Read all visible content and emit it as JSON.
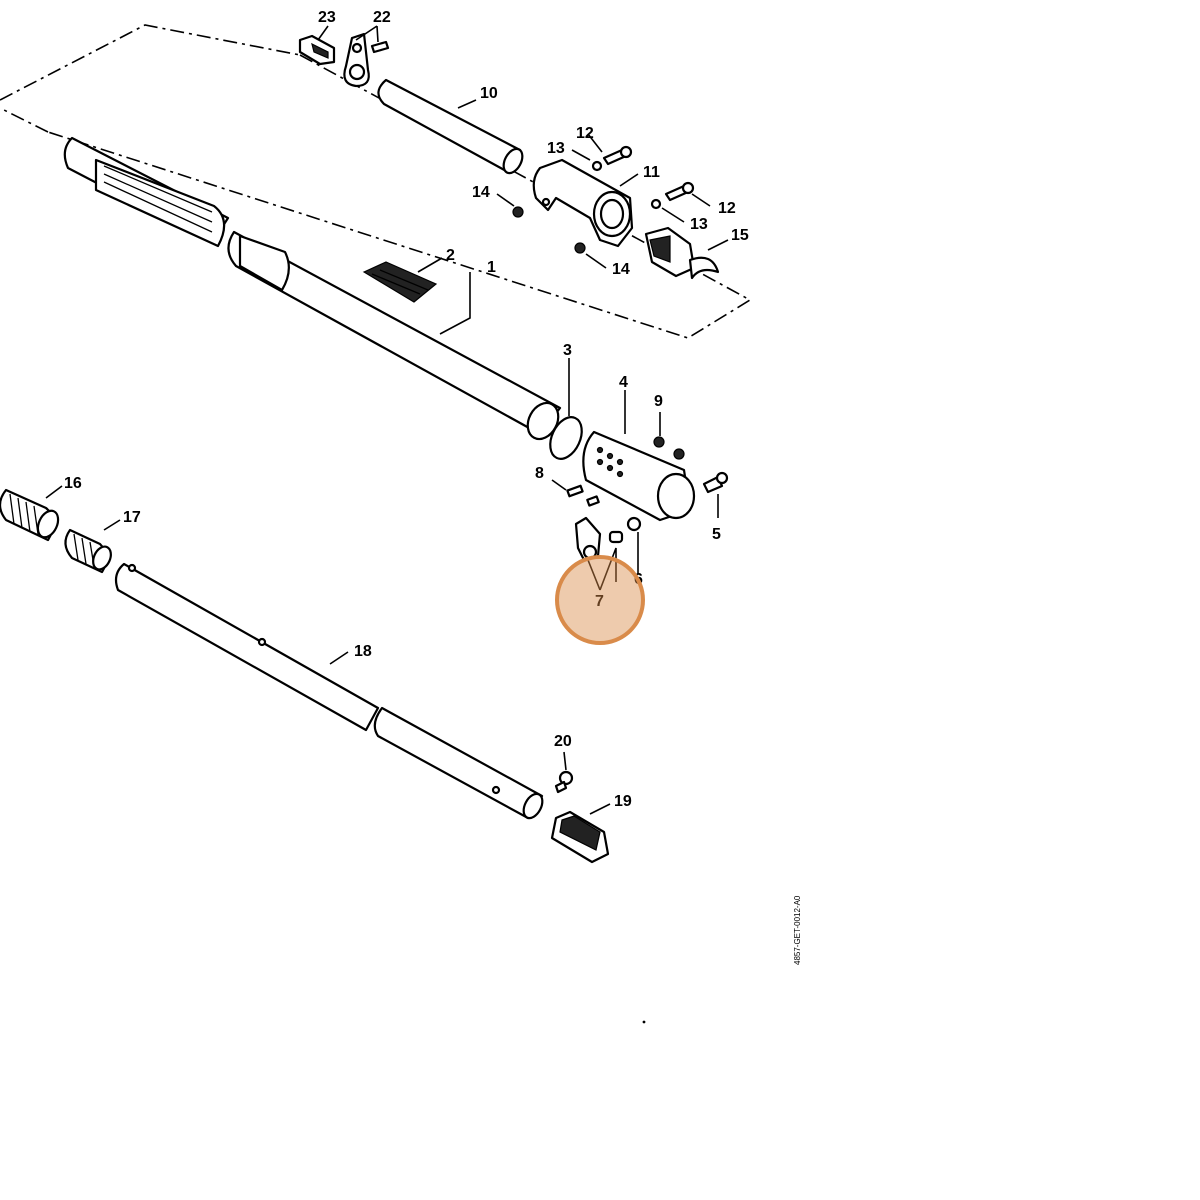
{
  "diagram": {
    "reference_code": "4857-GET-0012-A0",
    "highlight_color": "#d98b4a",
    "parts": [
      {
        "id": "p23",
        "label": "23"
      },
      {
        "id": "p22",
        "label": "22"
      },
      {
        "id": "p10",
        "label": "10"
      },
      {
        "id": "p12a",
        "label": "12"
      },
      {
        "id": "p13a",
        "label": "13"
      },
      {
        "id": "p11",
        "label": "11"
      },
      {
        "id": "p14a",
        "label": "14"
      },
      {
        "id": "p12b",
        "label": "12"
      },
      {
        "id": "p13b",
        "label": "13"
      },
      {
        "id": "p15",
        "label": "15"
      },
      {
        "id": "p14b",
        "label": "14"
      },
      {
        "id": "p2",
        "label": "2"
      },
      {
        "id": "p1",
        "label": "1"
      },
      {
        "id": "p3",
        "label": "3"
      },
      {
        "id": "p4",
        "label": "4"
      },
      {
        "id": "p9",
        "label": "9"
      },
      {
        "id": "p8",
        "label": "8"
      },
      {
        "id": "p5",
        "label": "5"
      },
      {
        "id": "p6",
        "label": "6"
      },
      {
        "id": "p7",
        "label": "7"
      },
      {
        "id": "p16",
        "label": "16"
      },
      {
        "id": "p17",
        "label": "17"
      },
      {
        "id": "p18",
        "label": "18"
      },
      {
        "id": "p20",
        "label": "20"
      },
      {
        "id": "p19",
        "label": "19"
      }
    ]
  }
}
